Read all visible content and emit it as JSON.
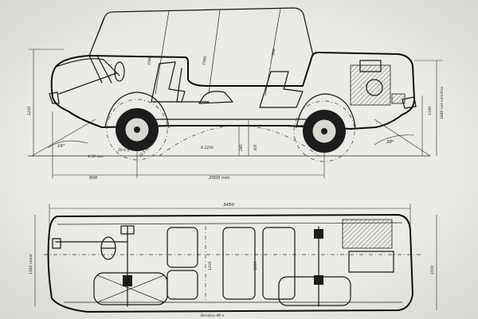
{
  "side_view": {
    "dim_roof_front": "1080",
    "dim_roof_mid": "1060",
    "dim_roof_rear": "980",
    "dim_left_height": "1230",
    "dim_right_height": "1190",
    "dim_right_height_note": "1640 not carictica",
    "front_overhang": "900",
    "wheelbase": "2000 mm",
    "angle_front": "16°",
    "angle_rear": "38°",
    "turning_radius": "R 1250",
    "ground_clearance_a": "240",
    "ground_clearance_b": "305",
    "tire_label_a": "20 ti 8",
    "tire_label_b": "10,5 0d no",
    "tire_size": "4.50 non"
  },
  "plan_view": {
    "overall_length": "3450",
    "front_track": "1180 nome",
    "width": "1500",
    "caption_center": "1200",
    "caption_center_b": "1250",
    "fuel_tank_label": "Benzina 40 e"
  }
}
